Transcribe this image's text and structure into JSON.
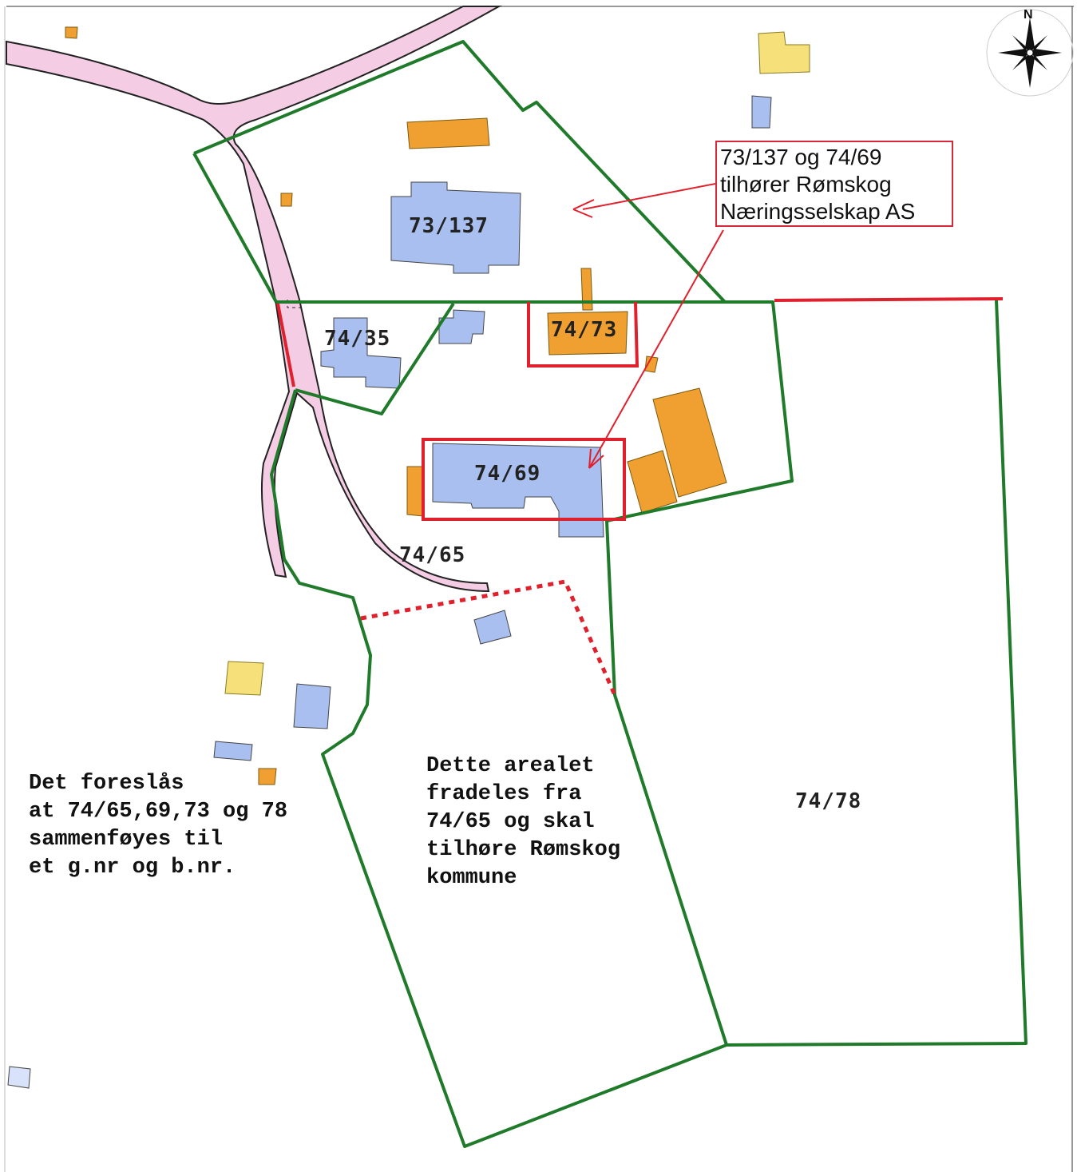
{
  "map": {
    "parcels": {
      "p73_137": "73/137",
      "p74_35": "74/35",
      "p74_73": "74/73",
      "p74_69": "74/69",
      "p74_65": "74/65",
      "p74_78": "74/78"
    },
    "callout": {
      "line1": "73/137 og 74/69",
      "line2": "tilhører Rømskog",
      "line3": "Næringsselskap AS"
    },
    "note_left": "Det foreslås\nat 74/65,69,73 og 78\nsammenføyes til\net g.nr og b.nr.",
    "note_center": "Dette arealet\nfradeles fra\n74/65 og skal\ntilhøre Rømskog\nkommune",
    "compass_north": "N",
    "compass_icon": "north-arrow-icon"
  },
  "colors": {
    "parcel_boundary": "#1f7a2a",
    "highlight": "#e0202c",
    "road_fill": "#f4cde4",
    "building_blue": "#a9bff0",
    "building_orange": "#f0a030",
    "building_yellow": "#f5e07a"
  }
}
